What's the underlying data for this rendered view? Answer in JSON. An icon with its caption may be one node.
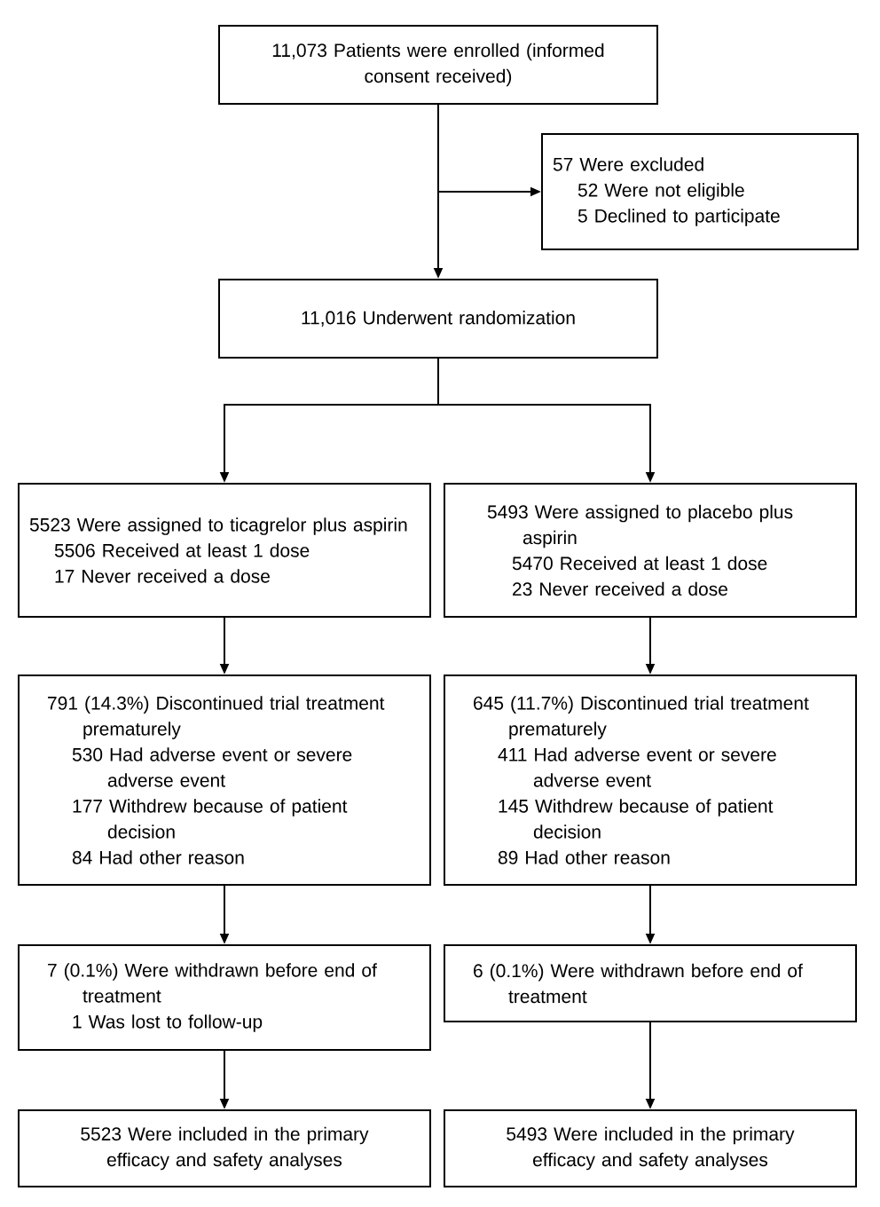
{
  "diagram": {
    "nodes": [
      {
        "text": [
          "11,073 Patients were enrolled (informed consent received)"
        ]
      },
      {
        "text": [
          "57 Were excluded",
          "52 Were not eligible",
          "5 Declined to participate"
        ]
      },
      {
        "text": [
          "11,016 Underwent randomization"
        ]
      },
      {
        "text": [
          "5523 Were assigned to ticagrelor plus aspirin",
          "5506 Received at least 1 dose",
          "17 Never received a dose"
        ]
      },
      {
        "text": [
          "5493 Were assigned to placebo plus aspirin",
          "5470 Received at least 1 dose",
          "23 Never received a dose"
        ]
      },
      {
        "text": [
          "791 (14.3%) Discontinued trial treatment prematurely",
          "530 Had adverse event or severe adverse event",
          "177 Withdrew because of patient decision",
          "84 Had other reason"
        ]
      },
      {
        "text": [
          "645 (11.7%) Discontinued trial treatment prematurely",
          "411 Had adverse event or severe adverse event",
          "145 Withdrew because of patient decision",
          "89 Had other reason"
        ]
      },
      {
        "text": [
          "7 (0.1%) Were withdrawn before end of treatment",
          "1 Was lost to follow-up"
        ]
      },
      {
        "text": [
          "6 (0.1%) Were withdrawn before end of treatment"
        ]
      },
      {
        "text": [
          "5523 Were included in the primary efficacy and safety analyses"
        ]
      },
      {
        "text": [
          "5493 Were included in the primary efficacy and safety analyses"
        ]
      }
    ],
    "edges": [
      {
        "from": 0,
        "to": 2,
        "arrow": "to"
      },
      {
        "from": 0,
        "to": 1,
        "arrow": "to"
      },
      {
        "from": 2,
        "to": 3,
        "arrow": "to"
      },
      {
        "from": 2,
        "to": 4,
        "arrow": "to"
      },
      {
        "from": 3,
        "to": 5,
        "arrow": "to"
      },
      {
        "from": 4,
        "to": 6,
        "arrow": "to"
      },
      {
        "from": 5,
        "to": 7,
        "arrow": "to"
      },
      {
        "from": 6,
        "to": 8,
        "arrow": "to"
      },
      {
        "from": 7,
        "to": 9,
        "arrow": "to"
      },
      {
        "from": 8,
        "to": 10,
        "arrow": "to"
      }
    ]
  }
}
